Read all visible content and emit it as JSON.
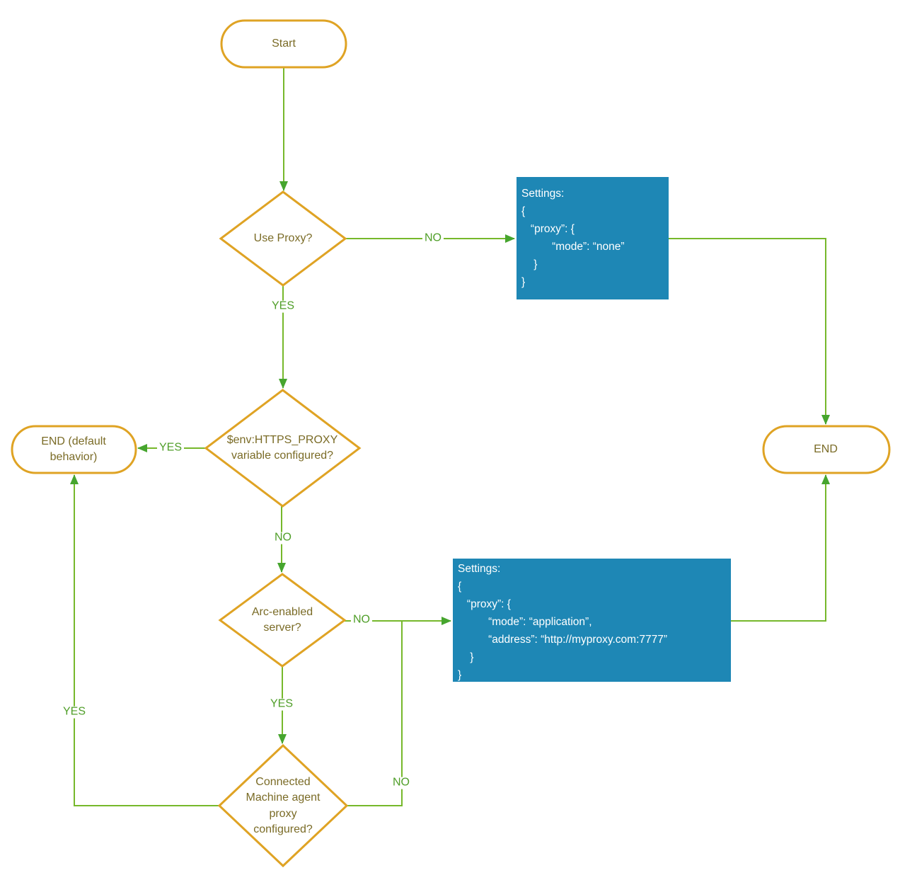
{
  "nodes": {
    "start": {
      "label": "Start"
    },
    "use_proxy": {
      "label": "Use Proxy?"
    },
    "https_proxy": {
      "label": "$env:HTTPS_PROXY\nvariable configured?"
    },
    "arc_enabled": {
      "label": "Arc-enabled\nserver?"
    },
    "connected_machine": {
      "label": "Connected\nMachine agent\nproxy\nconfigured?"
    },
    "end_default": {
      "label": "END (default\nbehavior)"
    },
    "end": {
      "label": "END"
    }
  },
  "boxes": {
    "proxy_none": {
      "lines": [
        "Settings:",
        "{",
        "   “proxy”: {",
        "          “mode”: “none”",
        "    }",
        "}"
      ]
    },
    "proxy_application": {
      "lines": [
        "Settings:",
        "{",
        "   “proxy”: {",
        "          “mode”: “application”,",
        "          “address”: “http://myproxy.com:7777”",
        "    }",
        "}"
      ]
    }
  },
  "edge_labels": {
    "use_proxy_no": "NO",
    "use_proxy_yes": "YES",
    "https_proxy_yes": "YES",
    "https_proxy_no": "NO",
    "arc_no": "NO",
    "arc_yes": "YES",
    "connected_machine_no": "NO",
    "connected_machine_yes": "YES"
  },
  "colors": {
    "shape_border": "#dfa324",
    "shape_text": "#7a6b26",
    "connector_line": "#76b82b",
    "arrowhead": "#46a52e",
    "label_text": "#4f9e28",
    "settings_box_bg": "#1e87b5",
    "settings_box_text": "#ffffff"
  }
}
